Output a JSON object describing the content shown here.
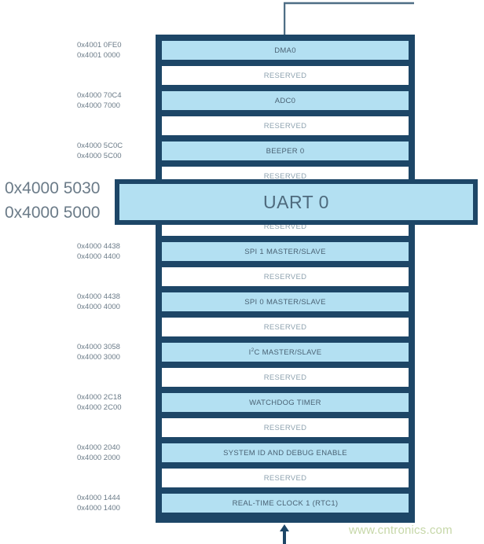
{
  "diagram": {
    "type": "memory-map",
    "colors": {
      "frame": "#1d4667",
      "peripheral_fill": "#b3e0f2",
      "reserved_fill": "#ffffff",
      "label_text": "#6b7b88",
      "watermark": "#c6d7a8"
    },
    "rows": [
      {
        "label": "DMA0",
        "kind": "peripheral",
        "addr_hi": "0x4001 0FE0",
        "addr_lo": "0x4001 0000"
      },
      {
        "label": "RESERVED",
        "kind": "reserved",
        "addr_hi": "",
        "addr_lo": ""
      },
      {
        "label": "ADC0",
        "kind": "peripheral",
        "addr_hi": "0x4000 70C4",
        "addr_lo": "0x4000 7000"
      },
      {
        "label": "RESERVED",
        "kind": "reserved",
        "addr_hi": "",
        "addr_lo": ""
      },
      {
        "label": "BEEPER 0",
        "kind": "peripheral",
        "addr_hi": "0x4000 5C0C",
        "addr_lo": "0x4000 5C00"
      },
      {
        "label": "RESERVED",
        "kind": "reserved",
        "addr_hi": "",
        "addr_lo": ""
      },
      {
        "label": "UART 0",
        "kind": "peripheral",
        "addr_hi": "0x4000 5030",
        "addr_lo": "0x4000 5000"
      },
      {
        "label": "RESERVED",
        "kind": "reserved",
        "addr_hi": "",
        "addr_lo": ""
      },
      {
        "label": "SPI 1 MASTER/SLAVE",
        "kind": "peripheral",
        "addr_hi": "0x4000 4438",
        "addr_lo": "0x4000 4400"
      },
      {
        "label": "RESERVED",
        "kind": "reserved",
        "addr_hi": "",
        "addr_lo": ""
      },
      {
        "label": "SPI 0 MASTER/SLAVE",
        "kind": "peripheral",
        "addr_hi": "0x4000 4438",
        "addr_lo": "0x4000 4000"
      },
      {
        "label": "RESERVED",
        "kind": "reserved",
        "addr_hi": "",
        "addr_lo": ""
      },
      {
        "label": "I2C MASTER/SLAVE",
        "kind": "peripheral",
        "addr_hi": "0x4000 3058",
        "addr_lo": "0x4000 3000",
        "superscript": "2",
        "label_prefix": "I",
        "label_suffix": "C MASTER/SLAVE"
      },
      {
        "label": "RESERVED",
        "kind": "reserved",
        "addr_hi": "",
        "addr_lo": ""
      },
      {
        "label": "WATCHDOG TIMER",
        "kind": "peripheral",
        "addr_hi": "0x4000 2C18",
        "addr_lo": "0x4000 2C00"
      },
      {
        "label": "RESERVED",
        "kind": "reserved",
        "addr_hi": "",
        "addr_lo": ""
      },
      {
        "label": "SYSTEM ID AND DEBUG ENABLE",
        "kind": "peripheral",
        "addr_hi": "0x4000 2040",
        "addr_lo": "0x4000 2000"
      },
      {
        "label": "RESERVED",
        "kind": "reserved",
        "addr_hi": "",
        "addr_lo": ""
      },
      {
        "label": "REAL-TIME CLOCK 1 (RTC1)",
        "kind": "peripheral",
        "addr_hi": "0x4000 1444",
        "addr_lo": "0x4000 1400"
      }
    ]
  },
  "callout": {
    "label": "UART 0",
    "addr_hi": "0x4000 5030",
    "addr_lo": "0x4000 5000"
  },
  "watermark": {
    "text": "www.cntronics.com"
  }
}
